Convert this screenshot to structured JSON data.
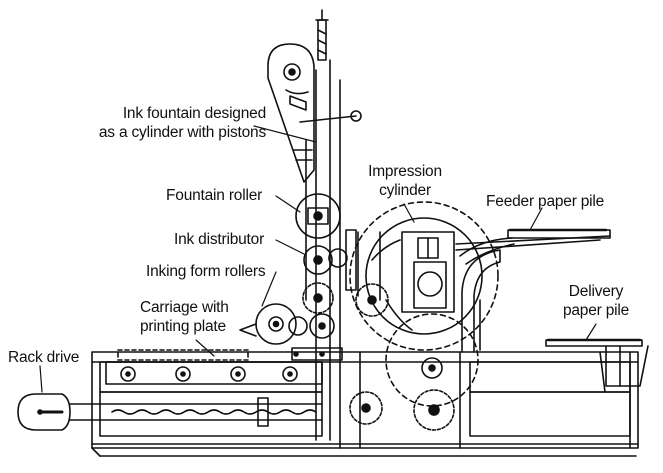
{
  "labels": {
    "ink_fountain": "Ink fountain designed\nas a cylinder with pistons",
    "impression_cylinder": "Impression\ncylinder",
    "feeder_paper_pile": "Feeder paper pile",
    "fountain_roller": "Fountain roller",
    "ink_distributor": "Ink distributor",
    "inking_form_rollers": "Inking form rollers",
    "delivery_paper_pile": "Delivery\npaper pile",
    "carriage": "Carriage with\nprinting plate",
    "rack_drive": "Rack drive"
  },
  "colors": {
    "ink": "#111111",
    "paper": "#ffffff"
  }
}
